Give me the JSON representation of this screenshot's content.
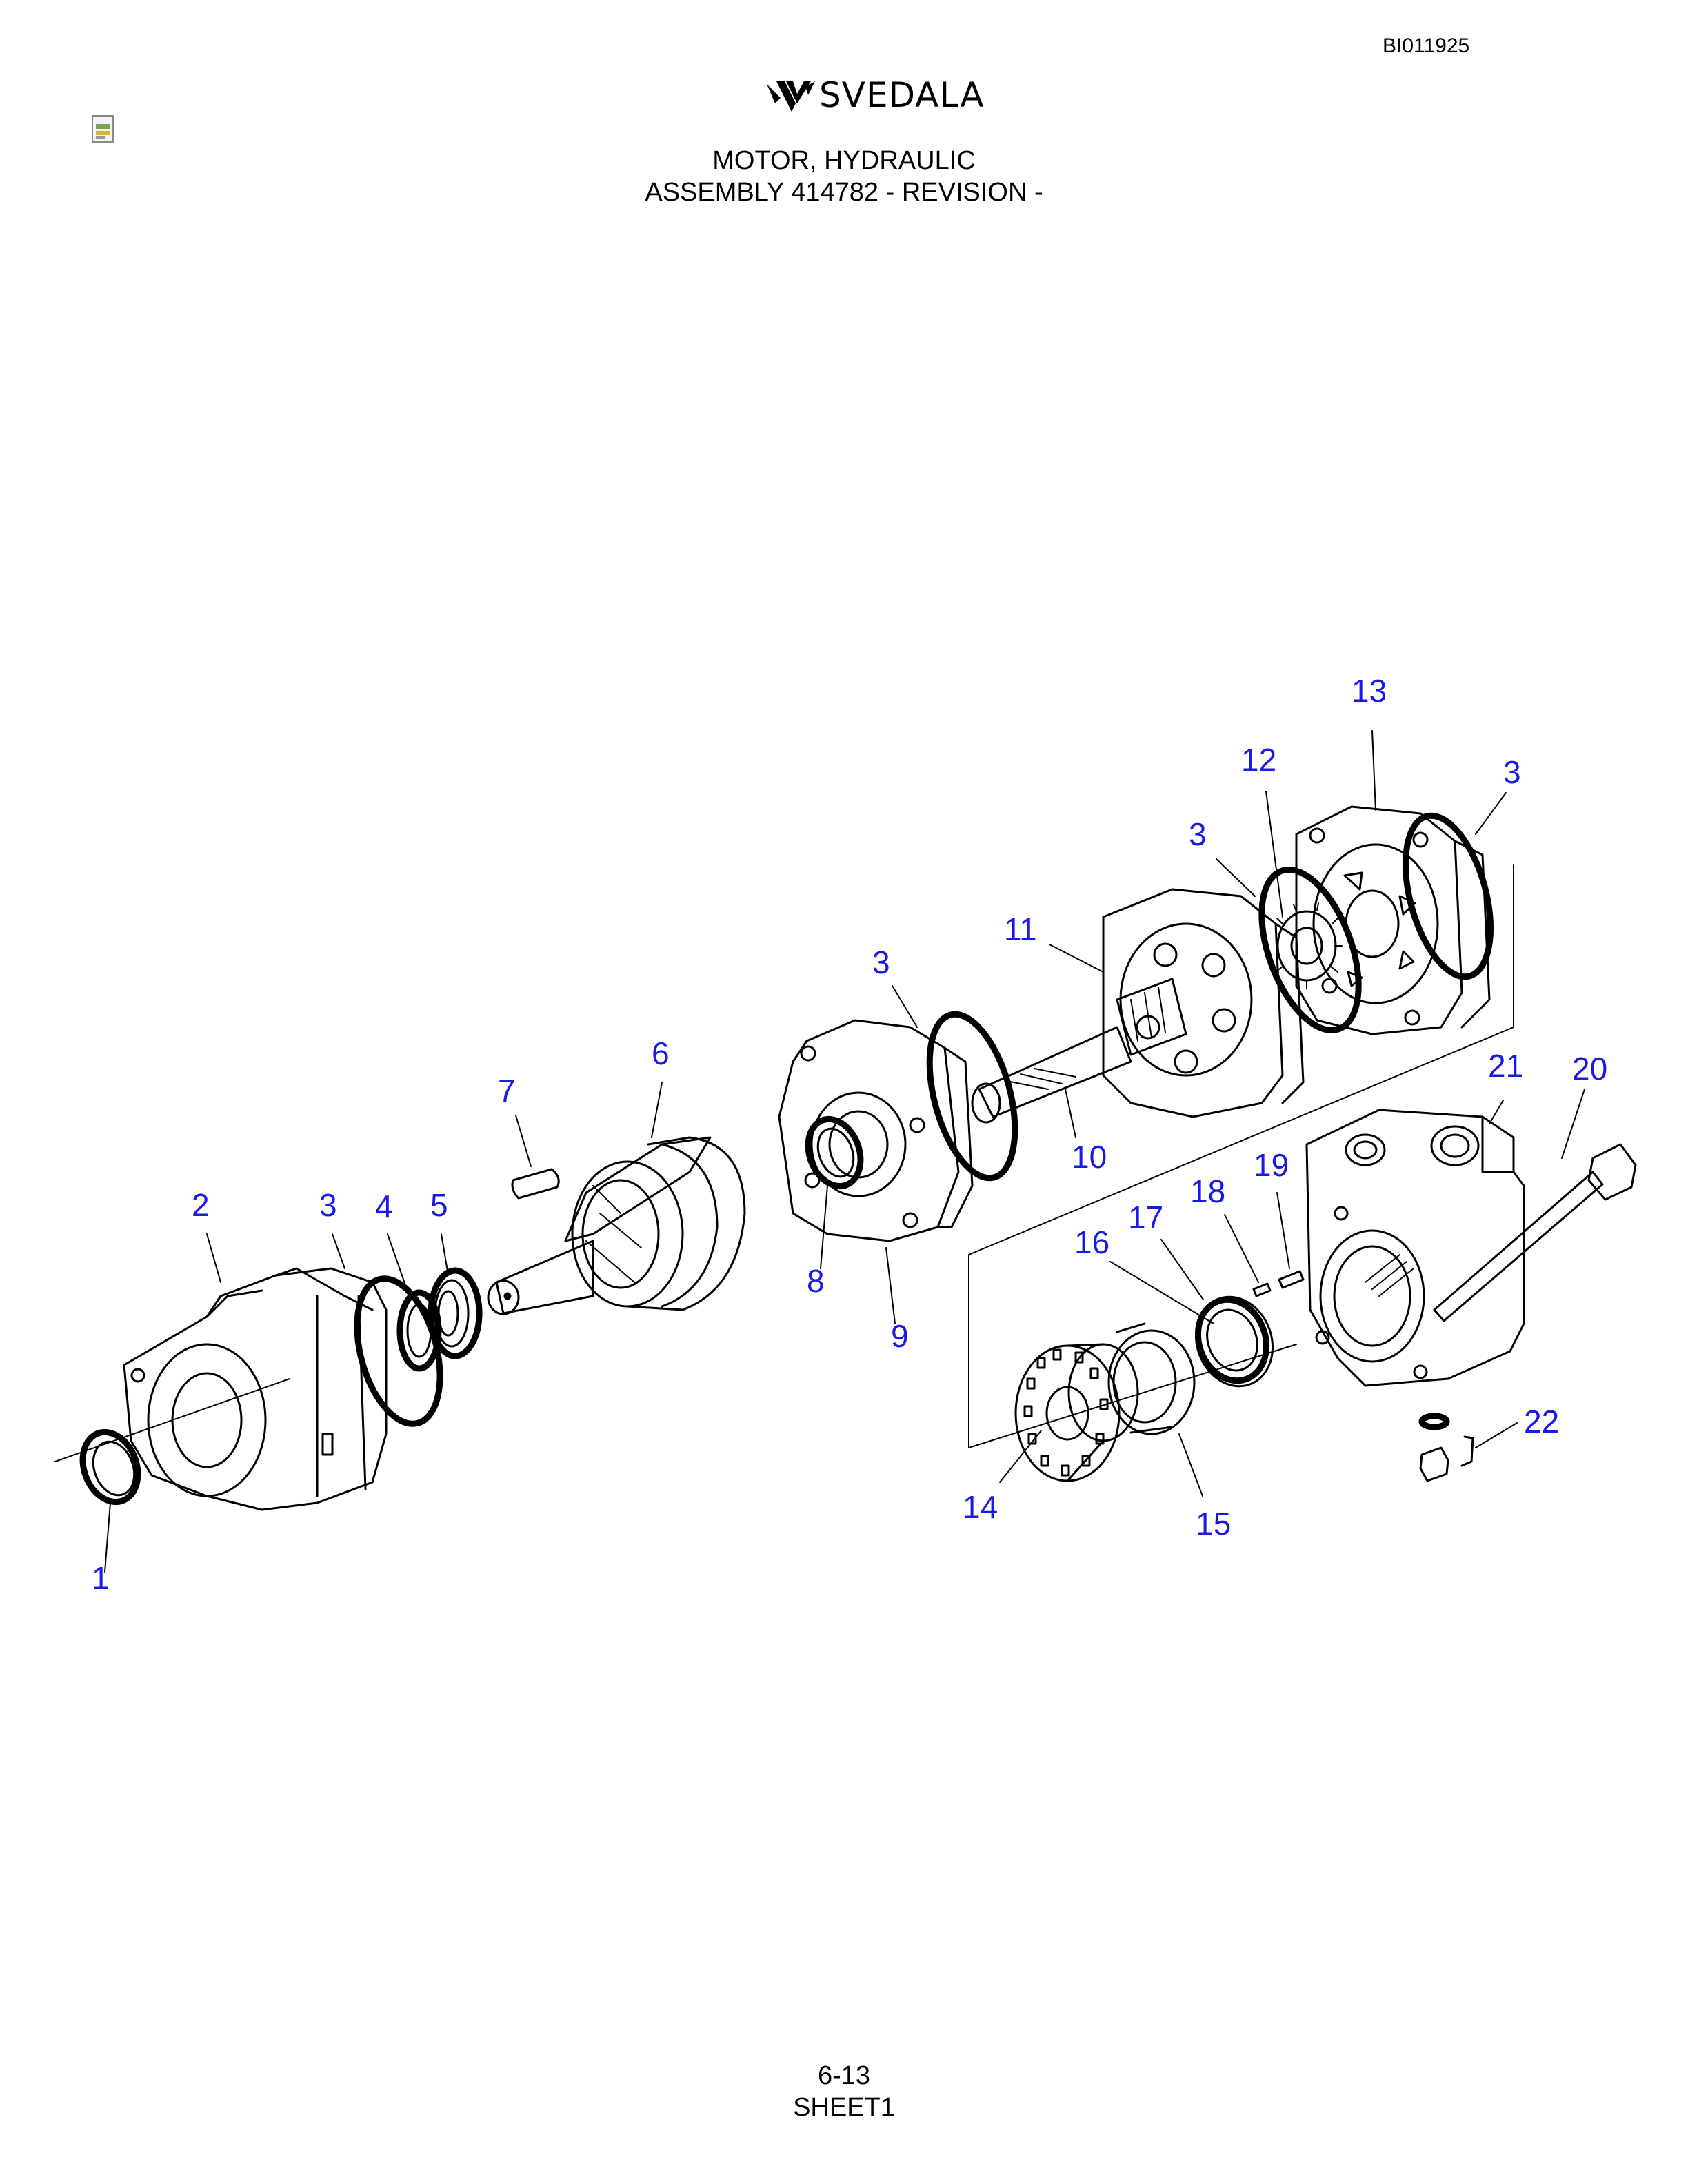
{
  "document": {
    "id": "BI011925",
    "brand": "SVEDALA",
    "title_line1": "MOTOR, HYDRAULIC",
    "title_line2": "ASSEMBLY 414782 - REVISION -",
    "page_number": "6-13",
    "sheet": "SHEET1"
  },
  "callouts": {
    "c1": "1",
    "c2": "2",
    "c3a": "3",
    "c4": "4",
    "c5": "5",
    "c6": "6",
    "c7": "7",
    "c8": "8",
    "c9": "9",
    "c3b": "3",
    "c10": "10",
    "c11": "11",
    "c3c": "3",
    "c12": "12",
    "c13": "13",
    "c3d": "3",
    "c14": "14",
    "c15": "15",
    "c16": "16",
    "c17": "17",
    "c18": "18",
    "c19": "19",
    "c20": "20",
    "c21": "21",
    "c22": "22"
  },
  "colors": {
    "callout": "#1a1ae6",
    "line": "#000000"
  },
  "icons": {
    "document": "document-icon",
    "logo_mark": "svedala-logo-mark"
  }
}
